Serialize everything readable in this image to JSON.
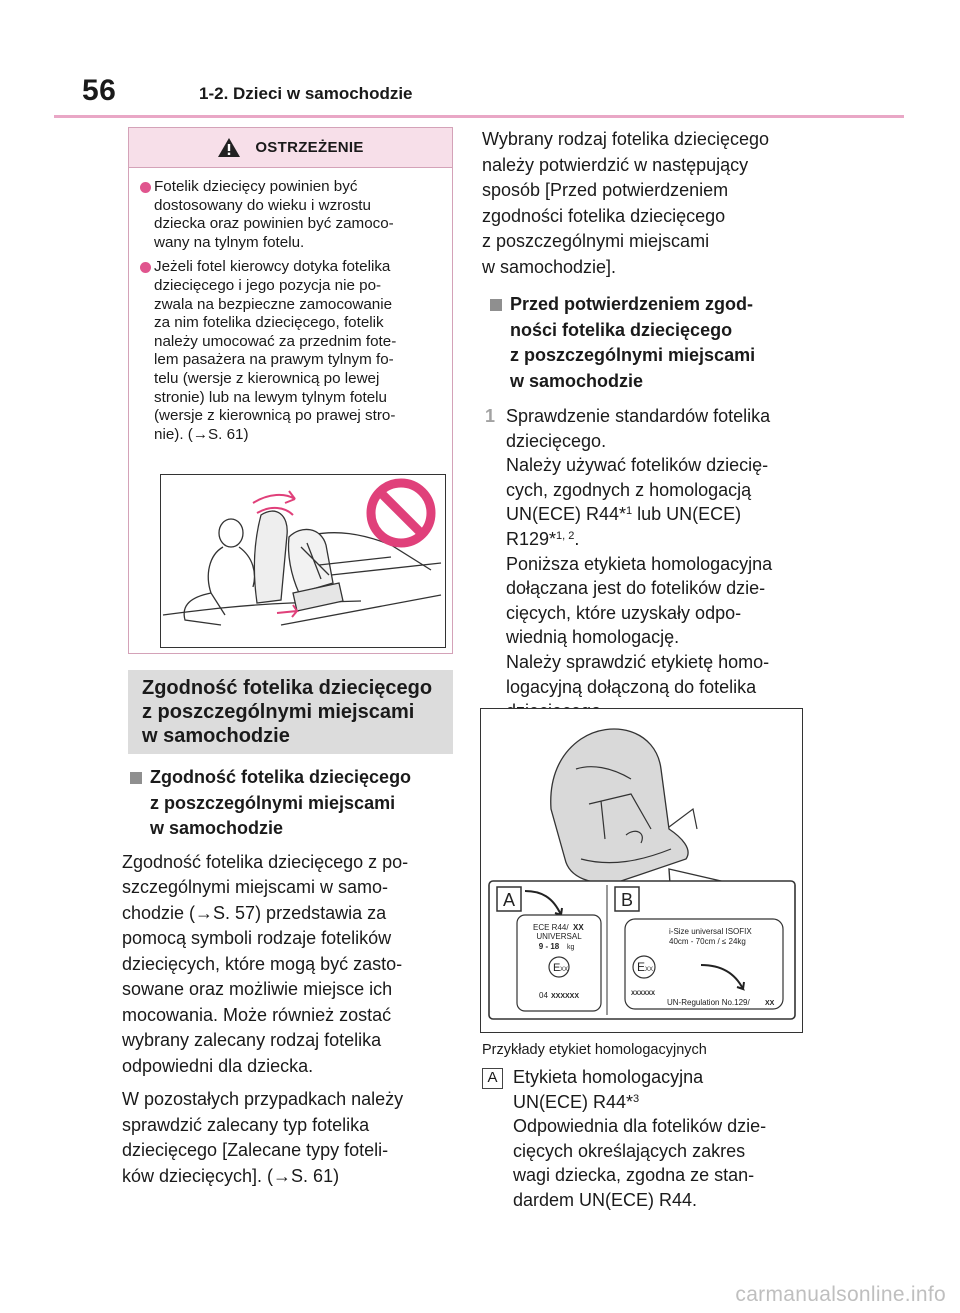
{
  "header": {
    "page_number": "56",
    "section": "1-2. Dzieci w samochodzie"
  },
  "warning": {
    "title": "OSTRZEŻENIE",
    "items": [
      [
        "Fotelik dziecięcy powinien być",
        "dostosowany do wieku i wzrostu",
        "dziecka oraz powinien być zamoco-",
        "wany na tylnym fotelu."
      ],
      [
        "Jeżeli fotel kierowcy dotyka fotelika",
        "dziecięcego i jego pozycja nie po-",
        "zwala na bezpieczne zamocowanie",
        "za nim fotelika dziecięcego, fotelik",
        "należy umocować za przednim fote-",
        "lem pasażera na prawym tylnym fo-",
        "telu (wersje z kierownicą po lewej",
        "stronie) lub na lewym tylnym fotelu",
        "(wersje z kierownicą po prawej stro-",
        "nie). (→S. 61)"
      ]
    ]
  },
  "section_title": [
    "Zgodność fotelika dziecięcego",
    "z poszczególnymi miejscami",
    "w samochodzie"
  ],
  "left": {
    "subheading": [
      "Zgodność fotelika dziecięcego",
      "z poszczególnymi miejscami",
      "w samochodzie"
    ],
    "para1": [
      "Zgodność fotelika dziecięcego z po-",
      "szczególnymi miejscami w samo-",
      "chodzie (→S. 57) przedstawia za",
      "pomocą symboli rodzaje fotelików",
      "dziecięcych, które mogą być zasto-",
      "sowane oraz możliwie miejsce ich",
      "mocowania. Może również zostać",
      "wybrany zalecany rodzaj fotelika",
      "odpowiedni dla dziecka."
    ],
    "para2": [
      "W pozostałych przypadkach należy",
      "sprawdzić zalecany typ fotelika",
      "dziecięcego [Zalecane typy foteli-",
      "ków dziecięcych]. (→S. 61)"
    ]
  },
  "right": {
    "intro": [
      "Wybrany rodzaj fotelika dziecięcego",
      "należy potwierdzić w następujący",
      "sposób [Przed potwierdzeniem",
      "zgodności fotelika dziecięcego",
      "z poszczególnymi miejscami",
      "w samochodzie]."
    ],
    "subheading": [
      "Przed potwierdzeniem zgod-",
      "ności fotelika dziecięcego",
      "z poszczególnymi miejscami",
      "w samochodzie"
    ],
    "step_number": "1",
    "step_lines": [
      "Sprawdzenie standardów fotelika",
      "dziecięcego.",
      "Należy używać fotelików dziecię-",
      "cych, zgodnych z homologacją"
    ],
    "step_r44": "UN(ECE) R44*",
    "step_r44_sup": "1",
    "step_r44_tail": " lub UN(ECE)",
    "step_r129": "R129*",
    "step_r129_sup": "1, 2",
    "step_r129_tail": ".",
    "step_lines2": [
      "Poniższa etykieta homologacyjna",
      "dołączana jest do fotelików dzie-",
      "cięcych, które uzyskały odpo-",
      "wiednią homologację.",
      "Należy sprawdzić etykietę homo-",
      "logacyjną dołączoną do fotelika",
      "dziecięcego."
    ]
  },
  "figure": {
    "label_a": "A",
    "label_b": "B",
    "a_lines": [
      "ECE  R44/",
      "UNIVERSAL",
      "9 - 18",
      "kg",
      "04"
    ],
    "b_lines": [
      "i-Size universal ISOFIX",
      "40cm - 70cm / ≤ 24kg",
      "UN-Regulation No.129/"
    ],
    "e_mark": "E",
    "xx": "XX",
    "xxxxxx": "XXXXXX"
  },
  "caption": "Przykłady etykiet homologacyjnych",
  "legend": {
    "key": "A",
    "line1": "Etykieta homologacyjna",
    "line2": "UN(ECE) R44*",
    "line2_sup": "3",
    "lines": [
      "Odpowiednia dla fotelików dzie-",
      "cięcych określających zakres",
      "wagi dziecka, zgodna ze stan-",
      "dardem UN(ECE) R44."
    ]
  },
  "watermark": "carmanualsonline.info",
  "colors": {
    "accent_pink": "#e0558e",
    "rule_pink": "#e9a7c6",
    "warning_bg": "#f7dfe9",
    "prohibition_red": "#e0407a"
  }
}
